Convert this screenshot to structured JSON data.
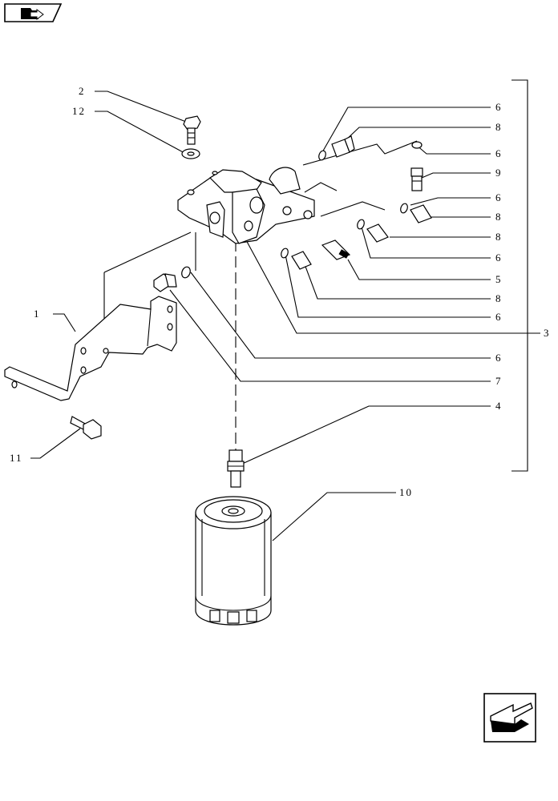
{
  "nav": {
    "prev_icon": "folder-arrow-icon",
    "next_icon": "next-page-arrow-icon"
  },
  "callouts": [
    {
      "id": "c2",
      "text": "2"
    },
    {
      "id": "c12",
      "text": "12"
    },
    {
      "id": "c6a",
      "text": "6"
    },
    {
      "id": "c8a",
      "text": "8"
    },
    {
      "id": "c6b",
      "text": "6"
    },
    {
      "id": "c9",
      "text": "9"
    },
    {
      "id": "c6c",
      "text": "6"
    },
    {
      "id": "c8b",
      "text": "8"
    },
    {
      "id": "c8c",
      "text": "8"
    },
    {
      "id": "c6d",
      "text": "6"
    },
    {
      "id": "c5",
      "text": "5"
    },
    {
      "id": "c8d",
      "text": "8"
    },
    {
      "id": "c6e",
      "text": "6"
    },
    {
      "id": "c3",
      "text": "3"
    },
    {
      "id": "c1",
      "text": "1"
    },
    {
      "id": "c6f",
      "text": "6"
    },
    {
      "id": "c7",
      "text": "7"
    },
    {
      "id": "c4",
      "text": "4"
    },
    {
      "id": "c11",
      "text": "11"
    },
    {
      "id": "c10",
      "text": "10"
    }
  ]
}
